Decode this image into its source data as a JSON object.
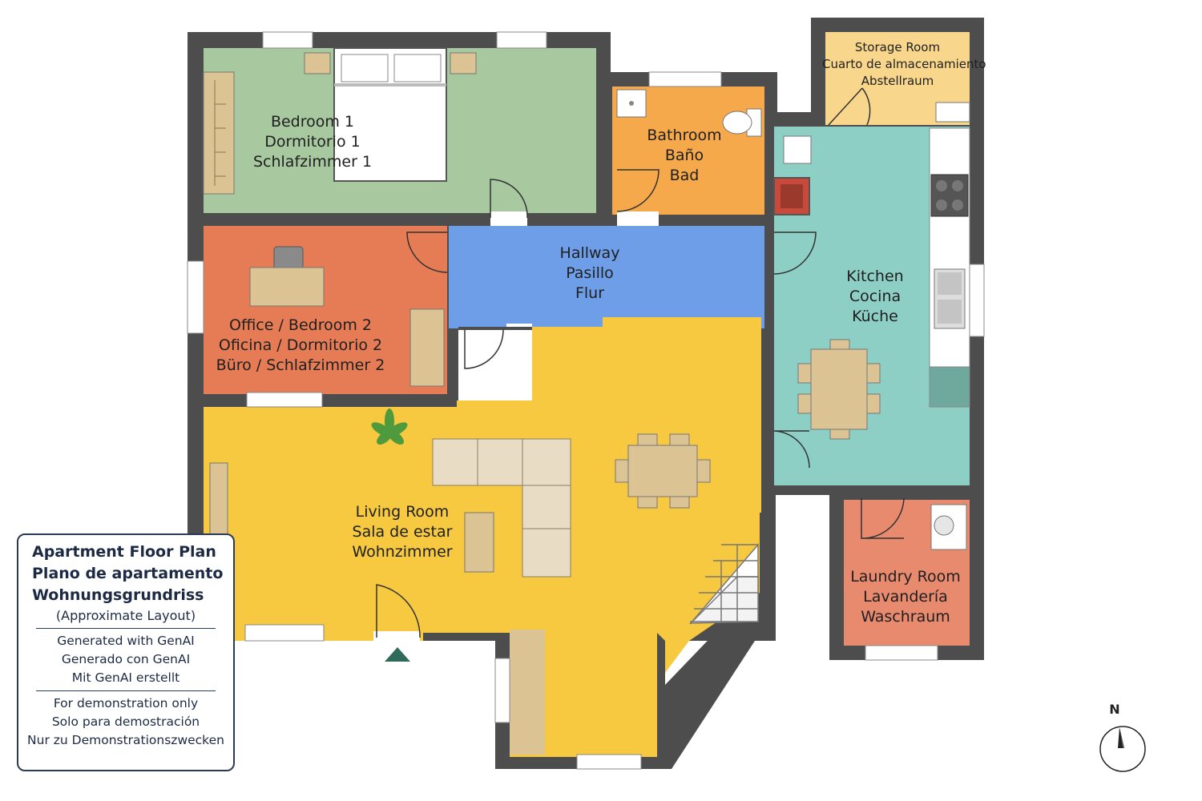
{
  "rooms": {
    "bedroom1": [
      "Bedroom 1",
      "Dormitorio 1",
      "Schlafzimmer 1"
    ],
    "bathroom": [
      "Bathroom",
      "Baño",
      "Bad"
    ],
    "storage": [
      "Storage Room",
      "Cuarto de almacenamiento",
      "Abstellraum"
    ],
    "office": [
      "Office / Bedroom 2",
      "Oficina / Dormitorio 2",
      "Büro / Schlafzimmer 2"
    ],
    "hallway": [
      "Hallway",
      "Pasillo",
      "Flur"
    ],
    "kitchen": [
      "Kitchen",
      "Cocina",
      "Küche"
    ],
    "living": [
      "Living Room",
      "Sala de estar",
      "Wohnzimmer"
    ],
    "laundry": [
      "Laundry Room",
      "Lavandería",
      "Waschraum"
    ]
  },
  "legend": {
    "title": [
      "Apartment Floor Plan",
      "Plano de apartamento",
      "Wohnungsgrundriss"
    ],
    "note": "(Approximate Layout)",
    "generated": [
      "Generated with GenAI",
      "Generado con GenAI",
      "Mit GenAI erstellt"
    ],
    "demo": [
      "For demonstration only",
      "Solo para demostración",
      "Nur zu Demonstrationszwecken"
    ]
  },
  "compass": {
    "label": "N"
  },
  "colors": {
    "wall": "#4d4d4d",
    "bedroom1": "#a8c8a0",
    "bathroom": "#f5a94a",
    "storage": "#f8d78c",
    "office": "#e57c55",
    "hallway": "#6f9ee8",
    "kitchen": "#8ecfc5",
    "living": "#f6c940",
    "laundry": "#e88a6e",
    "furniture": "#dcc394",
    "sofa": "#e8dcc4"
  }
}
